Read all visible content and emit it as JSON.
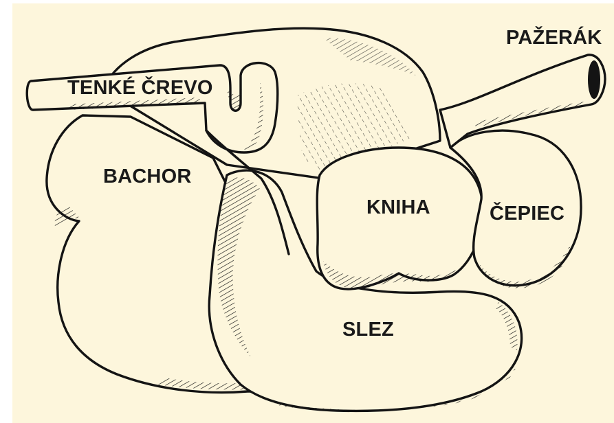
{
  "colors": {
    "background": "#fdf6dc",
    "outline": "#141414",
    "label": "#1a1a1a"
  },
  "labels": {
    "esophagus": "PAŽERÁK",
    "small_intestine": "TENKÉ ČREVO",
    "rumen": "BACHOR",
    "omasum": "KNIHA",
    "reticulum": "ČEPIEC",
    "abomasum": "SLEZ"
  }
}
